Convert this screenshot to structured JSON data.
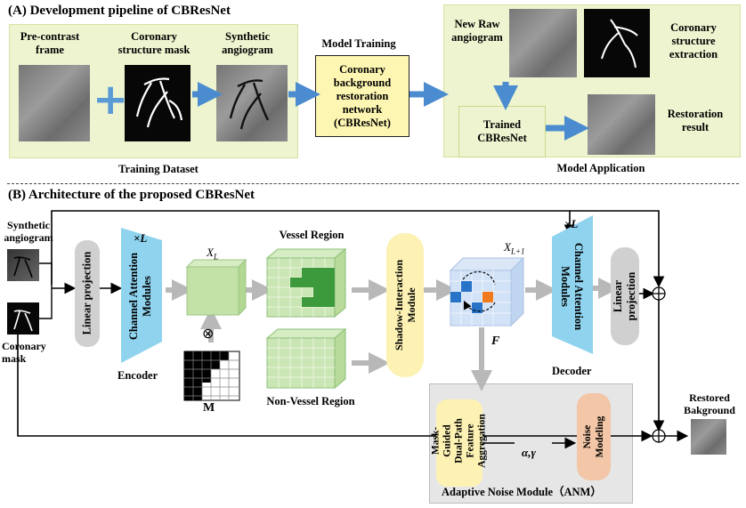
{
  "section_a": {
    "title": "(A) Development pipeline of CBResNet",
    "pre_contrast": "Pre-contrast\nframe",
    "coronary_mask": "Coronary\nstructure mask",
    "synthetic_angiogram": "Synthetic\nangiogram",
    "training_dataset": "Training Dataset",
    "model_training": "Model Training",
    "network_box": "Coronary\nbackground\nrestoration\nnetwork\n(CBResNet)",
    "new_raw": "New Raw\nangiogram",
    "structure_extraction": "Coronary\nstructure\nextraction",
    "trained": "Trained\nCBResNet",
    "restoration_result": "Restoration\nresult",
    "model_application": "Model Application",
    "plus": "+"
  },
  "section_b": {
    "title": "(B) Architecture of the proposed CBResNet",
    "synthetic_angiogram": "Synthetic\nangiogram",
    "coronary_mask": "Coronary\nmask",
    "linear_projection_in": "Linear projection",
    "encoder_module": "Channel Attention\nModules",
    "encoder_label": "Encoder",
    "times_l_enc": "×L",
    "xl_label": "X",
    "xl_sub": "L",
    "xl1_label": "X",
    "xl1_sub": "L+1",
    "vessel_region": "Vessel Region",
    "non_vessel_region": "Non-Vessel Region",
    "m_label": "M",
    "otimes": "⊗",
    "shadow_module": "Shadow-Interaction\nModule",
    "f_label": "F",
    "decoder_module": "Channel Attention\nModules",
    "times_l_dec": "×L",
    "decoder_label": "Decoder",
    "linear_projection_out": "Linear\nprojection",
    "mask_guided": "Mask-\nGuided\nDual-Path\nFeature\nAggregation",
    "alpha_gamma": "α,γ",
    "noise_modeling": "Noise\nModeling",
    "anm_label": "Adaptive Noise Module（ANM）",
    "restored": "Restored\nBakground",
    "oplus": "⊕"
  },
  "colors": {
    "panel_green": "#eef4cf",
    "yellow_box": "#fdf6b2",
    "arrow_blue": "#4a8ccf",
    "trap_blue": "#8fd3ef",
    "anm_gray": "#e6e6e6",
    "feature_green": "#a9d48a",
    "noise_orange": "#f2c6a7"
  }
}
